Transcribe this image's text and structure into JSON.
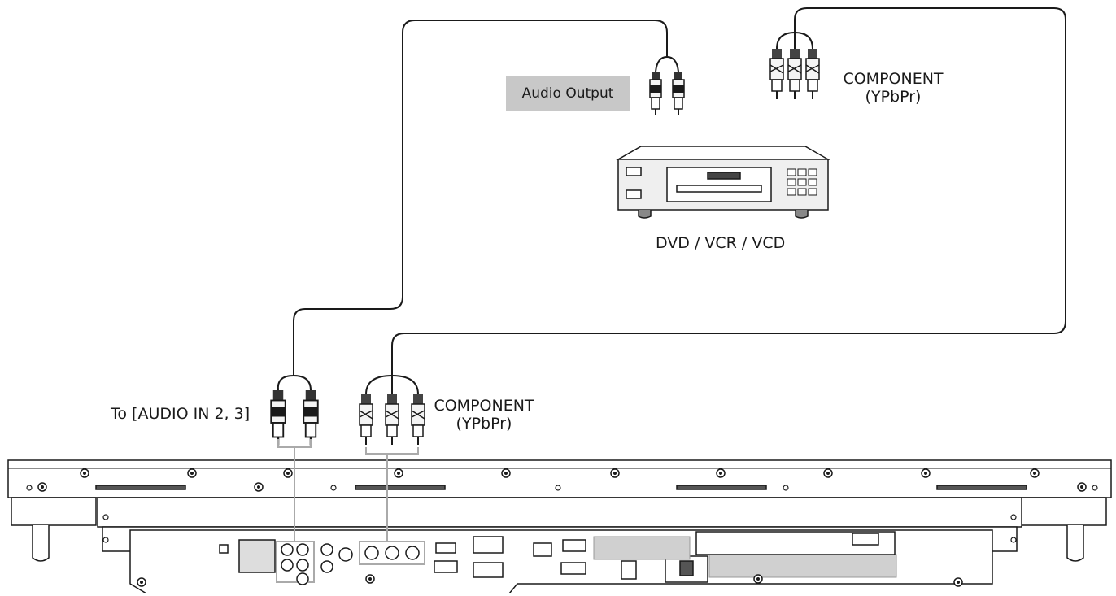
{
  "labels": {
    "audio_output": "Audio Output",
    "source_component_line1": "COMPONENT",
    "source_component_line2": "(YPbPr)",
    "source_device": "DVD / VCR / VCD",
    "display_audio_in": "To [AUDIO IN 2, 3]",
    "display_component_line1": "COMPONENT",
    "display_component_line2": "(YPbPr)"
  },
  "colors": {
    "line": "#1a1a1a",
    "device_fill": "#efefef",
    "panel_fill": "#ffffff",
    "connector_fill": "#555555",
    "label_bg": "#c8c8c8",
    "bracket": "#aaaaaa"
  },
  "icons": [
    "rca-plug-icon",
    "dvd-player-icon",
    "display-back-panel-icon"
  ]
}
